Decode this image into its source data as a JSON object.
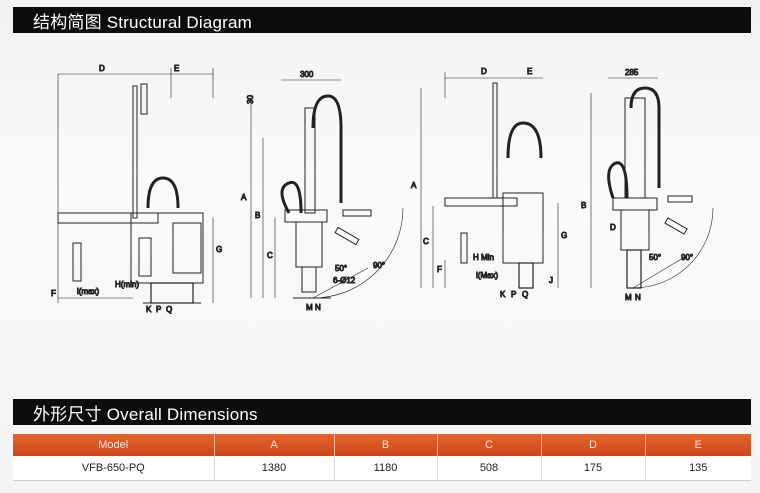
{
  "header": {
    "title": "结构简图  Structural Diagram"
  },
  "dimensions_header": {
    "title": "外形尺寸  Overall Dimensions"
  },
  "diagram_labels": {
    "d": "D",
    "e": "E",
    "a": "A",
    "b": "B",
    "c": "C",
    "f": "F",
    "g": "G",
    "j": "J",
    "k": "K",
    "p": "P",
    "q": "Q",
    "m": "M",
    "n": "N",
    "hmin1": "H(min)",
    "lmax1": "l(max)",
    "hmin2": "H Min",
    "lmax2": "l(Max)",
    "w300": "300",
    "w285": "285",
    "t30": "30",
    "a50": "50°",
    "a90": "90°",
    "hole": "6-Ø12"
  },
  "table": {
    "headers": [
      "Model",
      "A",
      "B",
      "C",
      "D",
      "E"
    ],
    "rows": [
      [
        "VFB-650-PQ",
        "1380",
        "1180",
        "508",
        "175",
        "135"
      ]
    ]
  }
}
